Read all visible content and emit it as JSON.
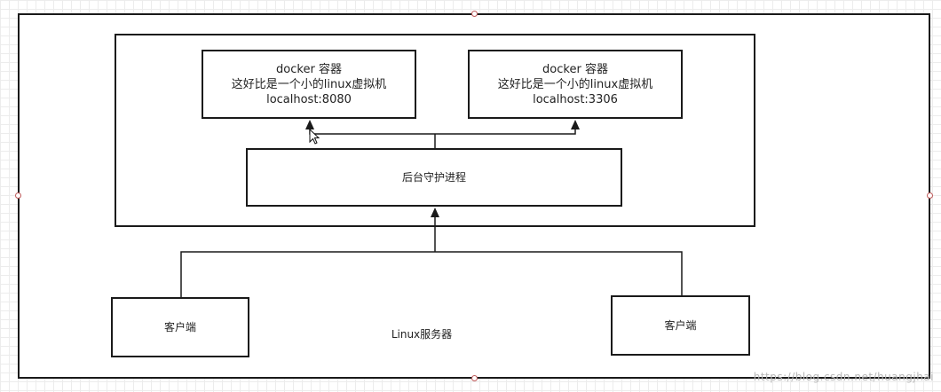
{
  "containers": [
    {
      "title": "docker 容器",
      "description": "这好比是一个小的linux虚拟机",
      "address": "localhost:8080"
    },
    {
      "title": "docker 容器",
      "description": "这好比是一个小的linux虚拟机",
      "address": "localhost:3306"
    }
  ],
  "daemon": {
    "label": "后台守护进程"
  },
  "clients": [
    {
      "label": "客户端"
    },
    {
      "label": "客户端"
    }
  ],
  "server": {
    "label": "Linux服务器"
  },
  "watermark": "https://blog.csdn.net/huangjhai",
  "colors": {
    "stroke": "#1a1a1a",
    "grid": "#ececec",
    "handle": "#c05a5a"
  }
}
